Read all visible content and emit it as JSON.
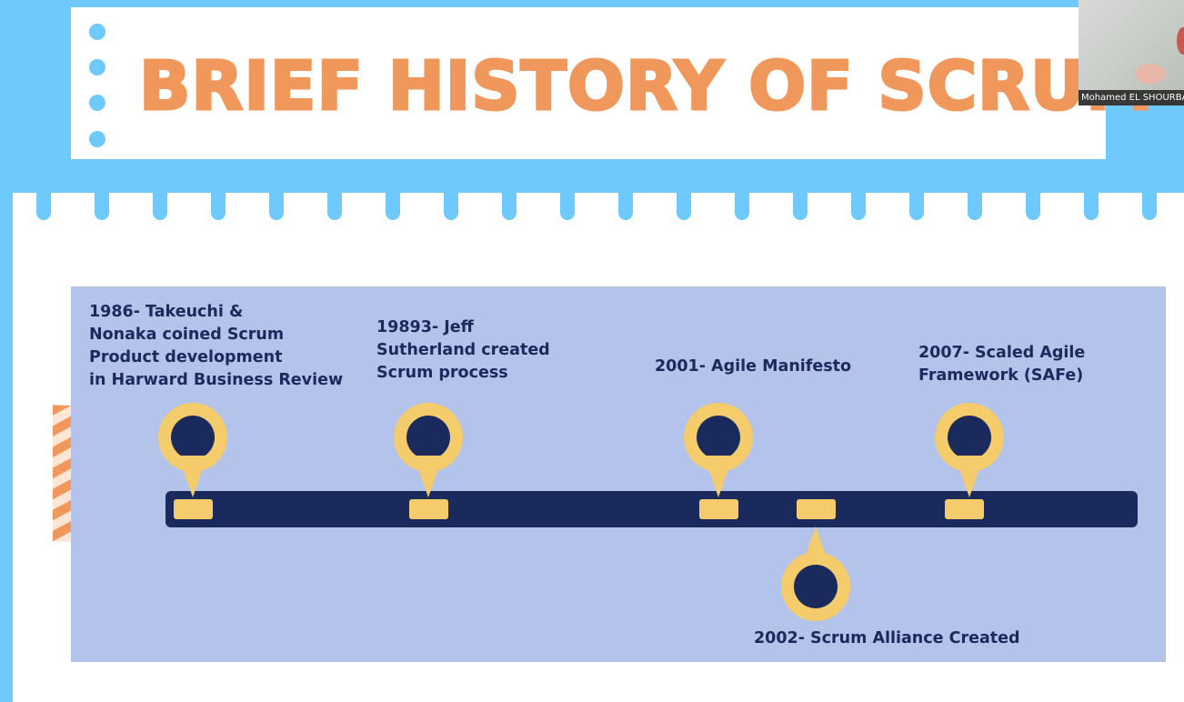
{
  "slide": {
    "title": "BRIEF HISTORY OF SCRUM"
  },
  "timeline": {
    "events": [
      {
        "label": "1986- Takeuchi &\nNonaka coined Scrum\nProduct development\nin Harward Business Review"
      },
      {
        "label": "19893- Jeff\nSutherland created\nScrum process"
      },
      {
        "label": "2001- Agile Manifesto"
      },
      {
        "label": "2002- Scrum Alliance Created"
      },
      {
        "label": "2007- Scaled Agile\nFramework (SAFe)"
      }
    ]
  },
  "webcam": {
    "participant_name": "Mohamed EL SHOURBAGY"
  },
  "colors": {
    "background": "#6ec9fc",
    "title": "#f0975b",
    "panel": "#b3c3ea",
    "track": "#1b2a5c",
    "marker": "#f5cc6c"
  }
}
